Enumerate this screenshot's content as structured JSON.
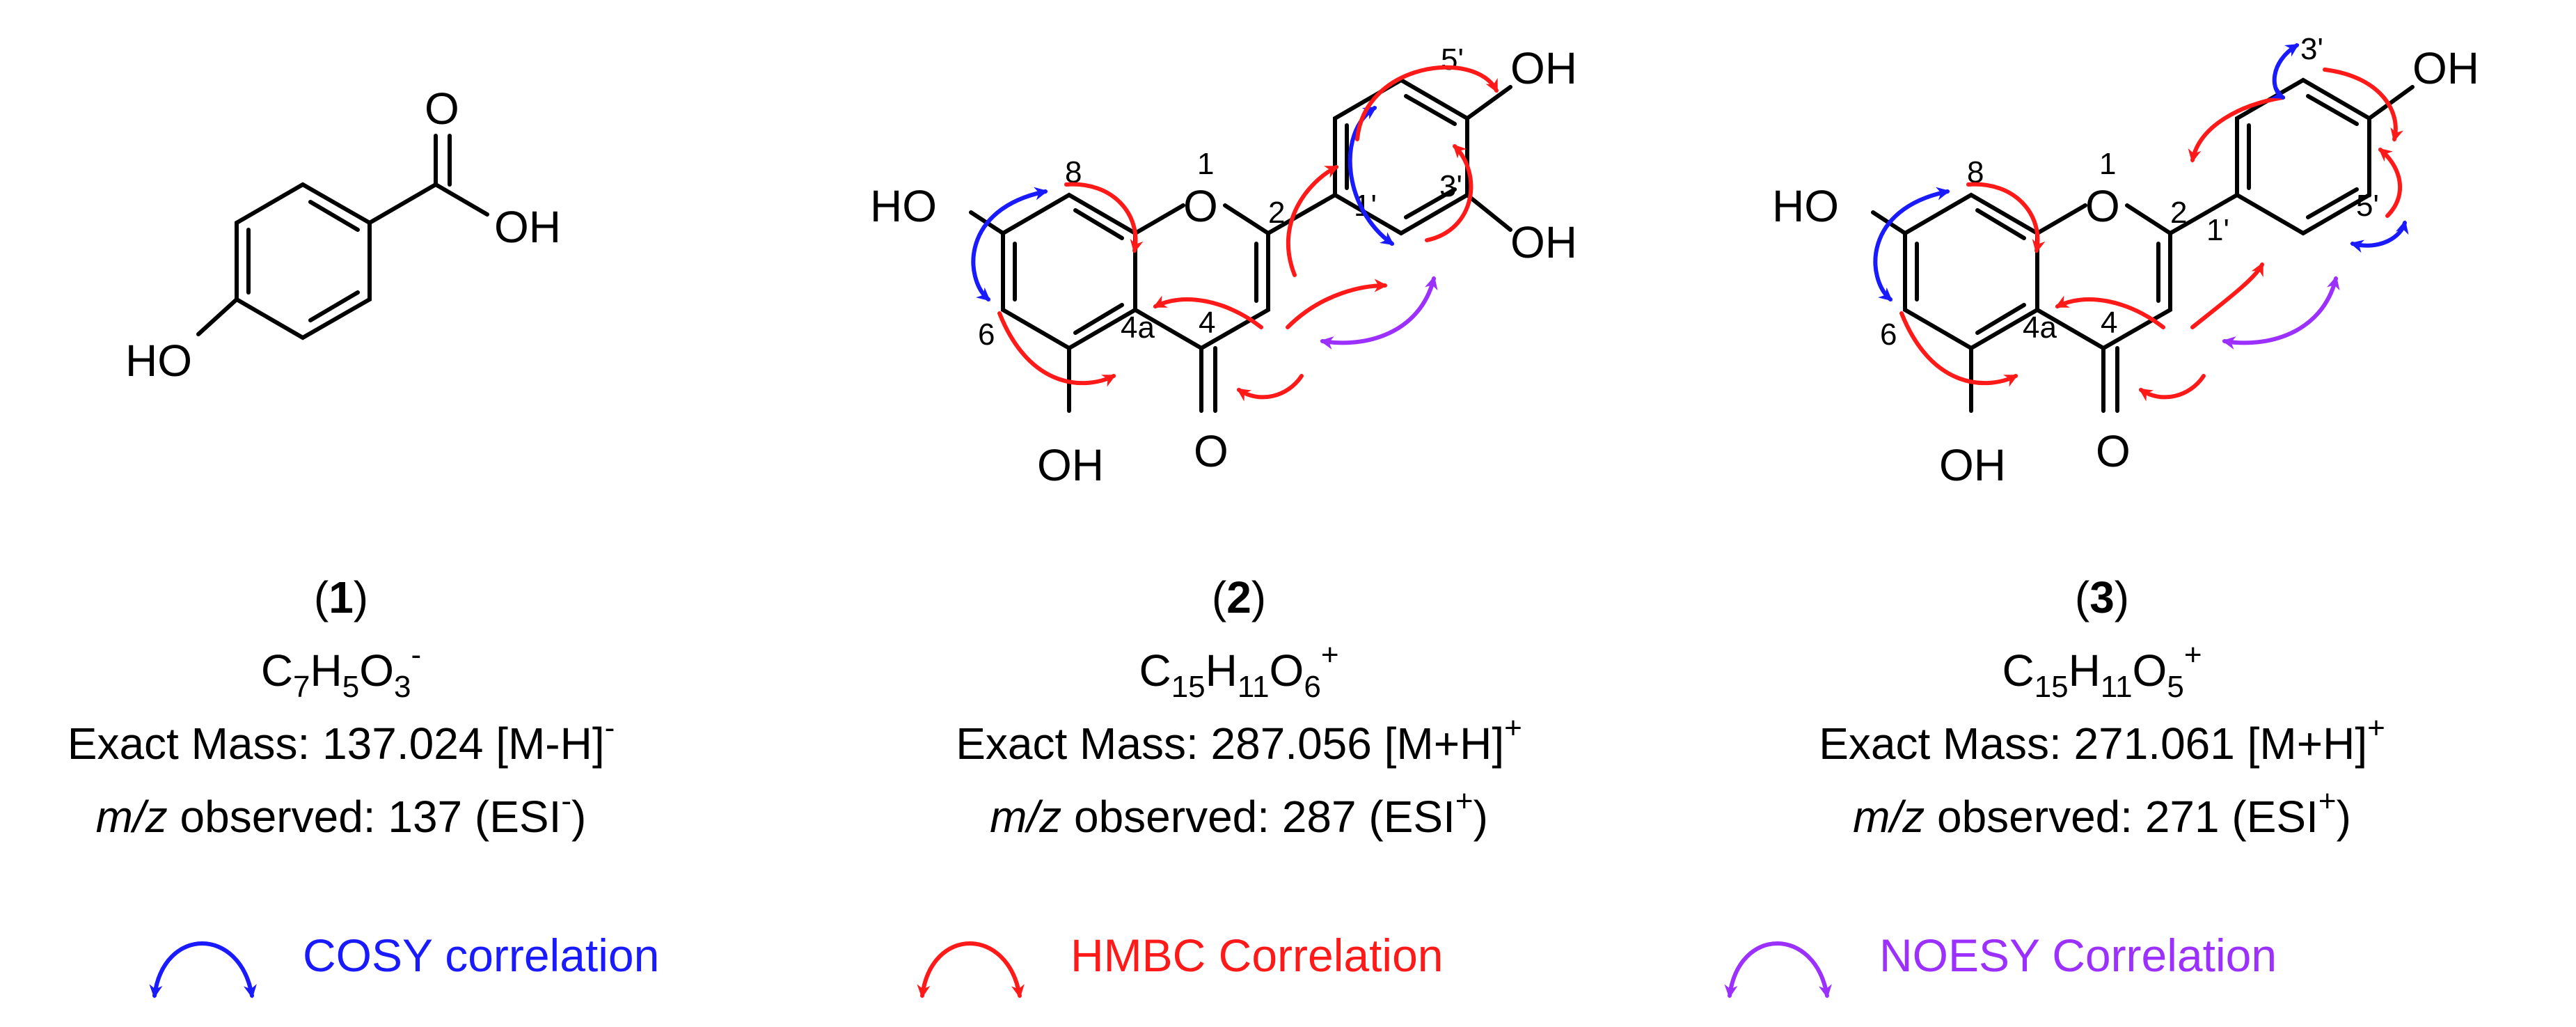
{
  "colors": {
    "cosy": "#1a1aff",
    "hmbc": "#ff1a1a",
    "noesy": "#9b30ff",
    "ink": "#000000"
  },
  "atoms": {
    "O": "O",
    "OH": "OH",
    "HO": "HO"
  },
  "numbering": {
    "n1": "1",
    "n2": "2",
    "n4": "4",
    "n4a": "4a",
    "n6": "6",
    "n8": "8",
    "n1p": "1'",
    "n3p": "3'",
    "n5p": "5'"
  },
  "compounds": [
    {
      "id_open": "(",
      "id": "1",
      "id_close": ")",
      "formula": [
        {
          "t": "C"
        },
        {
          "sub": "7"
        },
        {
          "t": "H"
        },
        {
          "sub": "5"
        },
        {
          "t": "O"
        },
        {
          "sub": "3"
        },
        {
          "sup": "-"
        }
      ],
      "mass_label": "Exact Mass: 137.024 [M-H]",
      "mass_sup": "-",
      "obs_mz": "m/z",
      "obs_text": " observed: 137 (ESI",
      "obs_sup": "-",
      "obs_close": ")"
    },
    {
      "id_open": "(",
      "id": "2",
      "id_close": ")",
      "formula": [
        {
          "t": "C"
        },
        {
          "sub": "15"
        },
        {
          "t": "H"
        },
        {
          "sub": "11"
        },
        {
          "t": "O"
        },
        {
          "sub": "6"
        },
        {
          "sup": "+"
        }
      ],
      "mass_label": "Exact Mass: 287.056 [M+H]",
      "mass_sup": "+",
      "obs_mz": "m/z",
      "obs_text": " observed: 287 (ESI",
      "obs_sup": "+",
      "obs_close": ")"
    },
    {
      "id_open": "(",
      "id": "3",
      "id_close": ")",
      "formula": [
        {
          "t": "C"
        },
        {
          "sub": "15"
        },
        {
          "t": "H"
        },
        {
          "sub": "11"
        },
        {
          "t": "O"
        },
        {
          "sub": "5"
        },
        {
          "sup": "+"
        }
      ],
      "mass_label": "Exact Mass: 271.061 [M+H]",
      "mass_sup": "+",
      "obs_mz": "m/z",
      "obs_text": " observed: 271 (ESI",
      "obs_sup": "+",
      "obs_close": ")"
    }
  ],
  "legend": [
    {
      "label": "COSY correlation",
      "color": "#1a1aff"
    },
    {
      "label": "HMBC Correlation",
      "color": "#ff1a1a"
    },
    {
      "label": "NOESY Correlation",
      "color": "#9b30ff"
    }
  ]
}
